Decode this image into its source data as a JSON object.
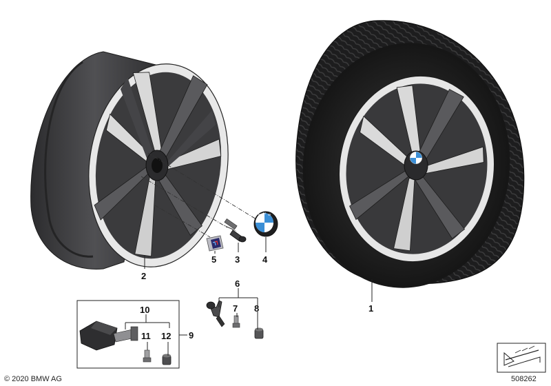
{
  "callouts": {
    "c1": "1",
    "c2": "2",
    "c3": "3",
    "c4": "4",
    "c5": "5",
    "c6": "6",
    "c7": "7",
    "c8": "8",
    "c9": "9",
    "c10": "10",
    "c11": "11",
    "c12": "12"
  },
  "emblem_letters": {
    "b": "B",
    "m": "M",
    "w": "W"
  },
  "footer": {
    "copyright": "© 2020 BMW AG",
    "diagram_number": "508262"
  },
  "colors": {
    "rim_dark": "#3a3a3c",
    "rim_mid": "#5b5b5e",
    "tire": "#1e1e1f",
    "polished": "#e6e6e6",
    "emblem_blue": "#3b8fd6"
  }
}
